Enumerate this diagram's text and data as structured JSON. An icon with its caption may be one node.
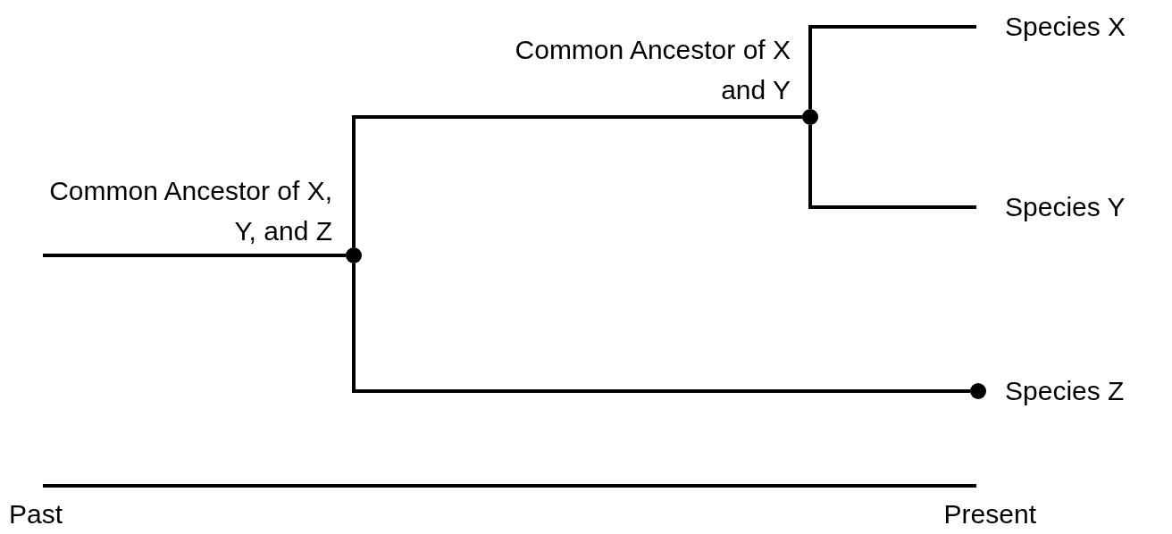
{
  "diagram": {
    "nodes": [
      {
        "text": [],
        "shape": "circle",
        "beside": [
          "Common Ancestor of X, Y, and Z"
        ]
      },
      {
        "text": [],
        "shape": "circle",
        "beside": [
          "Common Ancestor of X and Y"
        ]
      },
      {
        "text": [
          "Species X"
        ]
      },
      {
        "text": [
          "Species Y"
        ]
      },
      {
        "text": [],
        "shape": "circle",
        "beside": [
          "Species Z"
        ]
      }
    ],
    "edges": [
      {
        "from": null,
        "to": 0,
        "arrow": "none"
      },
      {
        "from": 0,
        "to": 1,
        "arrow": "none"
      },
      {
        "from": 0,
        "to": 4,
        "arrow": "none"
      },
      {
        "from": 1,
        "to": 2,
        "arrow": "none"
      },
      {
        "from": 1,
        "to": 3,
        "arrow": "none"
      }
    ],
    "labels": [
      "Past",
      "Present"
    ]
  }
}
